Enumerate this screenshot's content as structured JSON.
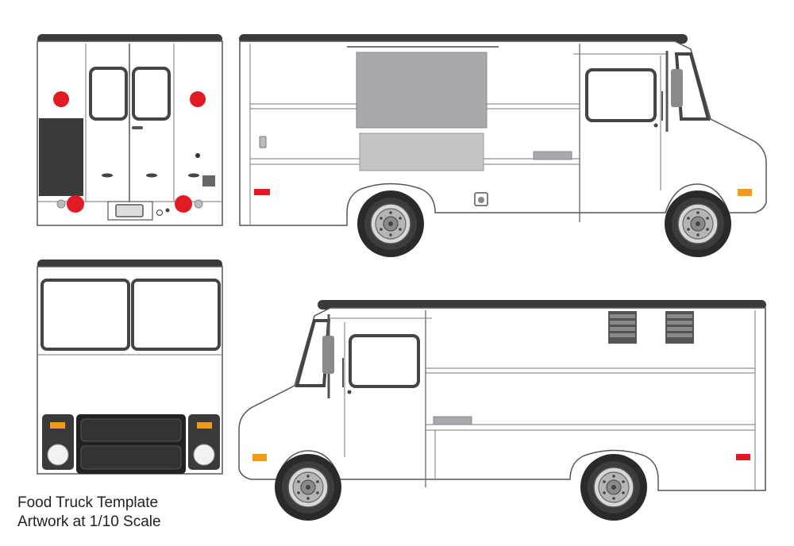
{
  "caption": {
    "line1": "Food Truck Template",
    "line2": "Artwork at 1/10 Scale"
  },
  "colors": {
    "roof": "#3a3a3a",
    "outline": "#4a4a4a",
    "panel": "#a9a9ad",
    "panel_light": "#c4c4c7",
    "tail_light": "#e01b24",
    "amber_light": "#f39a1d",
    "grille": "#2e2e2e",
    "tire": "#2a2a2a"
  },
  "views": [
    "rear-view",
    "right-side-view",
    "front-view",
    "left-side-view"
  ]
}
